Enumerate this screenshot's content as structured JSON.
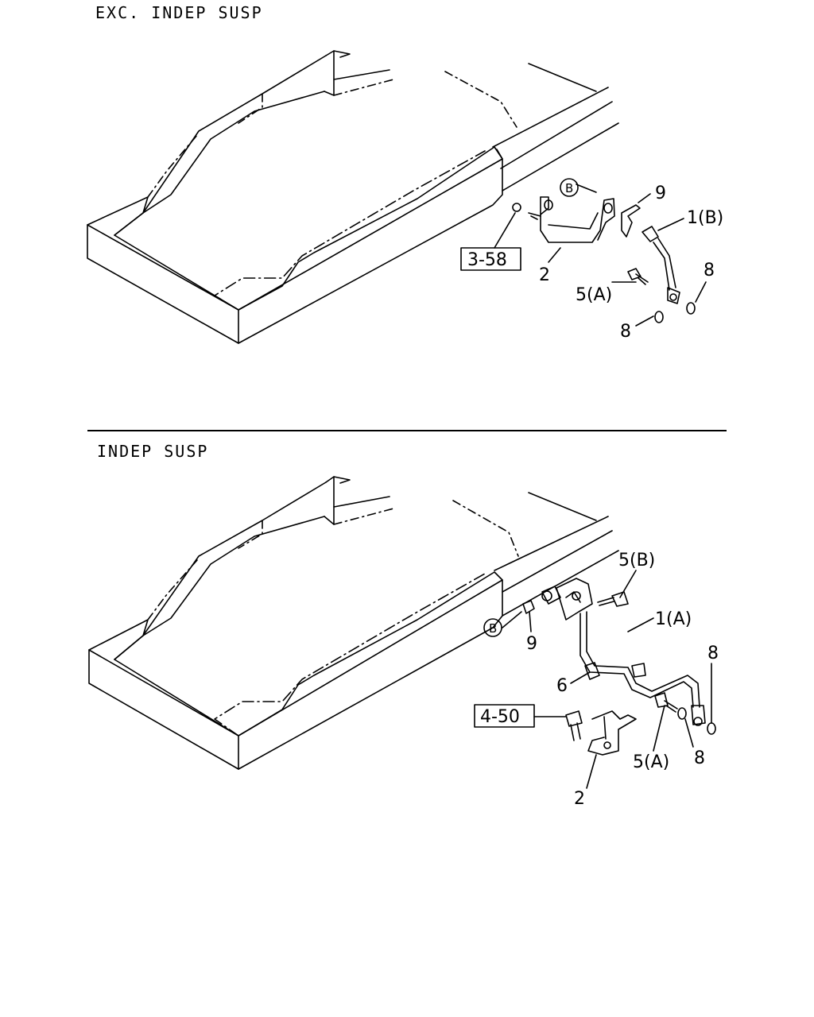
{
  "sections": [
    {
      "title": "EXC. INDEP SUSP",
      "callouts": {
        "ref_box": "3-58",
        "part_1": "1(B)",
        "part_2": "2",
        "part_5": "5(A)",
        "part_8a": "8",
        "part_8b": "8",
        "part_9": "9",
        "circle_b": "B"
      }
    },
    {
      "title": "INDEP SUSP",
      "callouts": {
        "ref_box": "4-50",
        "part_1": "1(A)",
        "part_2": "2",
        "part_5a": "5(A)",
        "part_5b": "5(B)",
        "part_6": "6",
        "part_8a": "8",
        "part_8b": "8",
        "part_9": "9",
        "circle_b": "B"
      }
    }
  ],
  "colors": {
    "line": "#000000",
    "background": "#ffffff"
  }
}
